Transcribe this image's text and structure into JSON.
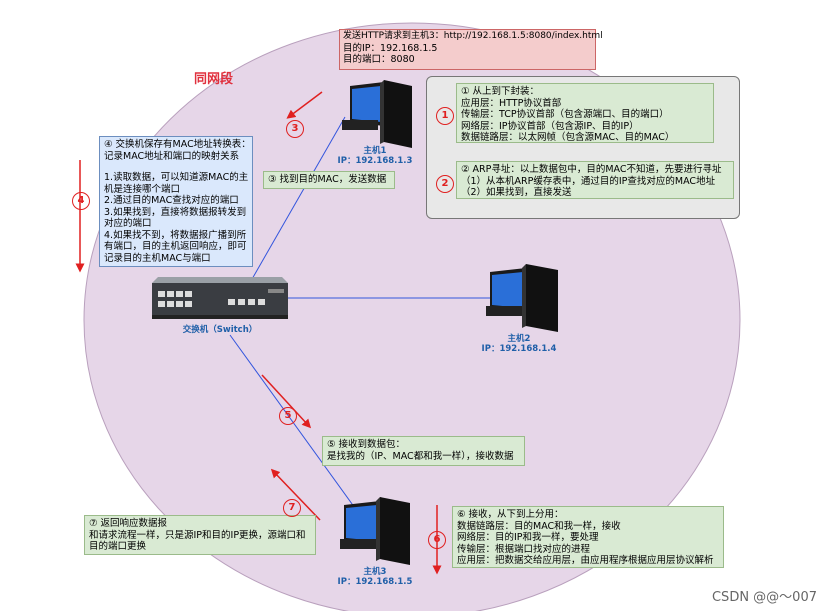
{
  "segment_title": "同网段",
  "http_box": {
    "lines": [
      "发送HTTP请求到主机3：http://192.168.1.5:8080/index.html",
      "目的IP：192.168.1.5",
      "目的端口：8080"
    ]
  },
  "encap_box": {
    "step1": [
      "① 从上到下封装：",
      "应用层：HTTP协议首部",
      "传输层：TCP协议首部（包含源端口、目的端口）",
      "网络层：IP协议首部（包含源IP、目的IP）",
      "数据链路层：以太网帧（包含源MAC、目的MAC）"
    ],
    "step2": [
      "② ARP寻址：以上数据包中，目的MAC不知道，先要进行寻址",
      "（1）从本机ARP缓存表中，通过目的IP查找对应的MAC地址",
      "（2）如果找到，直接发送"
    ]
  },
  "switch_box": {
    "lines": [
      "④ 交换机保存有MAC地址转换表：",
      "记录MAC地址和端口的映射关系",
      "",
      "1.读取数据，可以知道源MAC的主",
      "机是连接哪个端口",
      "2.通过目的MAC查找对应的端口",
      "3.如果找到，直接将数据报转发到",
      "对应的端口",
      "4.如果找不到，将数据报广播到所",
      "有端口，目的主机返回响应，即可",
      "记录目的主机MAC与端口"
    ]
  },
  "step3_box": {
    "text": "③ 找到目的MAC，发送数据"
  },
  "step5_box": {
    "lines": [
      "⑤ 接收到数据包：",
      "是找我的（IP、MAC都和我一样），接收数据"
    ]
  },
  "step6_box": {
    "lines": [
      "⑥ 接收，从下到上分用：",
      "数据链路层：目的MAC和我一样，接收",
      "网络层：目的IP和我一样，要处理",
      "传输层：根据端口找对应的进程",
      "应用层：把数据交给应用层，由应用程序根据应用层协议解析"
    ]
  },
  "step7_box": {
    "lines": [
      "⑦ 返回响应数据报",
      "和请求流程一样，只是源IP和目的IP更换，源端口和",
      "目的端口更换"
    ]
  },
  "hosts": {
    "host1": {
      "name": "主机1",
      "ip": "IP：192.168.1.3"
    },
    "host2": {
      "name": "主机2",
      "ip": "IP：192.168.1.4"
    },
    "host3": {
      "name": "主机3",
      "ip": "IP：192.168.1.5"
    }
  },
  "switch_label": "交换机（Switch）",
  "badges": {
    "b1": "1",
    "b2": "2",
    "b3": "3",
    "b4": "4",
    "b5": "5",
    "b6": "6",
    "b7": "7"
  },
  "watermark": "CSDN @@～007",
  "colors": {
    "circle_fill": "#e6d6e8",
    "arrow_red": "#e02020",
    "link_blue": "#3355dd",
    "title_red": "#e0303d",
    "host_blue": "#1f5fa8"
  }
}
